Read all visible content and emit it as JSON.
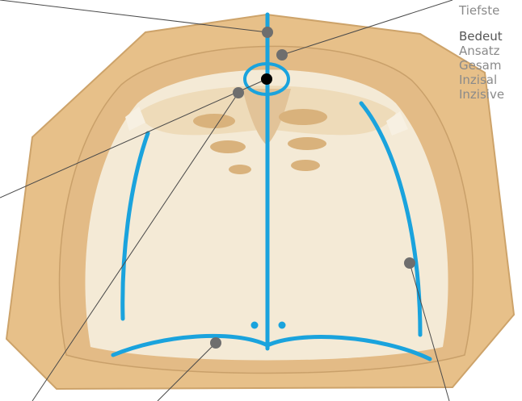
{
  "legend": {
    "top_text": "Tiefste",
    "heading": "Bedeut",
    "items": [
      "Ansatz",
      "Gesam",
      "Inzisal",
      "Inzisive"
    ]
  },
  "colors": {
    "base": "#e7c089",
    "base_edge": "#cda36a",
    "palate": "#f4ead6",
    "palate_shadow": "#d7bd92",
    "rugae": "#d9b27c",
    "guide_line": "#1aa3dd",
    "callout_line": "#4a4a4a",
    "callout_dot": "#6e6e6e",
    "center_dot": "#000000"
  },
  "icons": {
    "callout_dot": "grey-dot-marker",
    "incisive_point": "black-dot-marker"
  }
}
